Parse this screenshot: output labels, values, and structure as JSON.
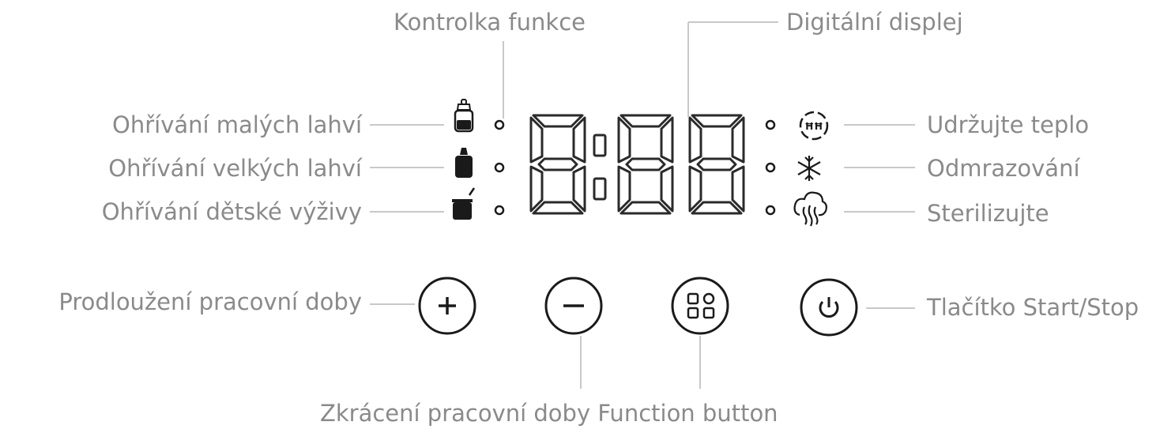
{
  "labels": {
    "function_indicator": "Kontrolka funkce",
    "digital_display": "Digitální displej",
    "small_bottles": "Ohřívání malých lahví",
    "large_bottles": "Ohřívání velkých lahví",
    "baby_food": "Ohřívání dětské výživy",
    "keep_warm": "Udržujte teplo",
    "defrost": "Odmrazování",
    "sterilize": "Sterilizujte",
    "extend_time": "Prodloužení pracovní doby",
    "start_stop": "Tlačítko Start/Stop",
    "bottom_caption": "Zkrácení pracovní doby Function button"
  },
  "icons": {
    "small_bottle": "small-bottle-icon",
    "large_bottle": "large-bottle-icon",
    "baby_food": "baby-food-jar-icon",
    "keep_warm": "keep-warm-icon",
    "defrost": "snowflake-icon",
    "sterilize": "steam-sterilize-icon",
    "plus": "plus-icon",
    "minus": "minus-icon",
    "function": "function-grid-icon",
    "power": "power-icon"
  },
  "colors": {
    "label_text": "#8a8a8a",
    "leader_line": "#c8c8c8",
    "segment_outline": "#2a2a2a",
    "icon_dark": "#1a1a1a"
  }
}
